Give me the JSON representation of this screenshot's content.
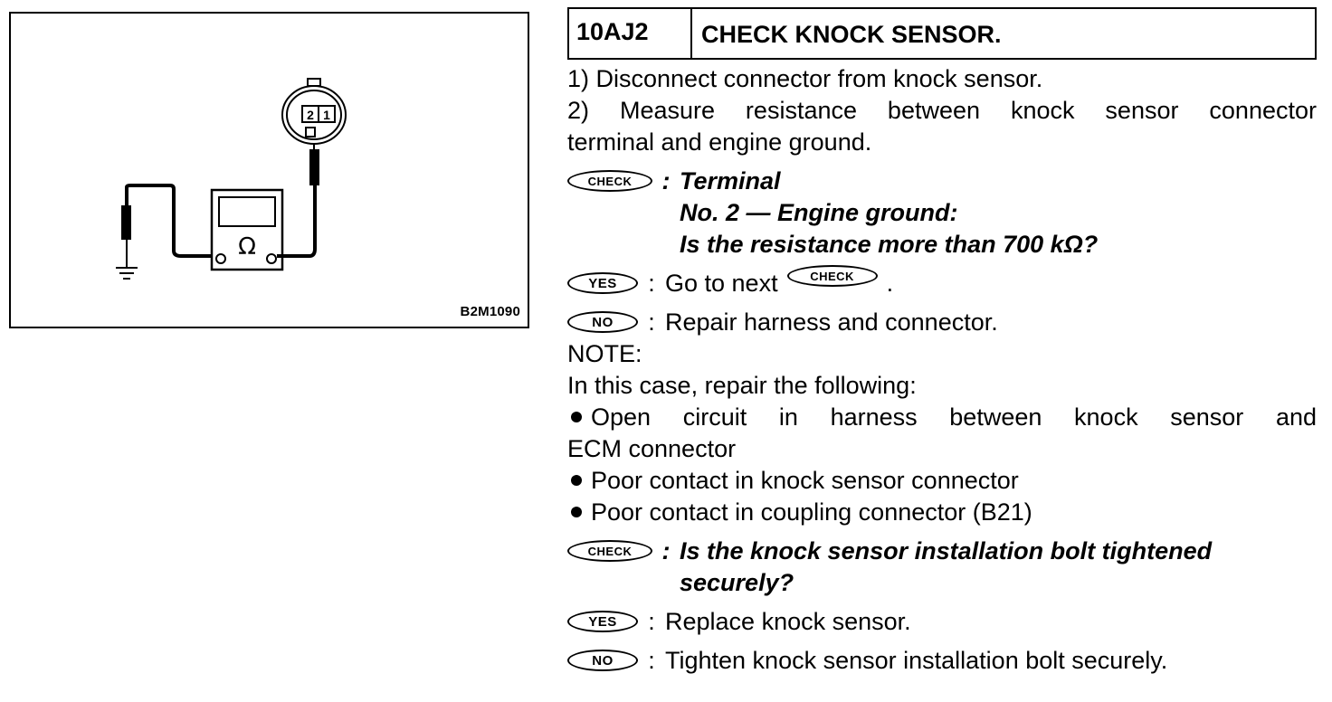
{
  "figure": {
    "connector_pins": [
      "2",
      "1"
    ],
    "meter_symbol": "Ω",
    "code": "B2M1090"
  },
  "step": {
    "code": "10AJ2",
    "title": "CHECK KNOCK SENSOR."
  },
  "instructions": [
    "1)  Disconnect connector from knock sensor.",
    "2)  Measure resistance between knock sensor connector",
    "terminal and engine ground."
  ],
  "check1": {
    "badge": "CHECK",
    "sep": ":",
    "lines": [
      "Terminal",
      "No. 2 — Engine ground:",
      "Is the resistance more than 700 kΩ?"
    ]
  },
  "yes1": {
    "badge": "YES",
    "sep": ":",
    "text": "Go to next",
    "inline_badge": "CHECK",
    "end": "."
  },
  "no1": {
    "badge": "NO",
    "sep": ":",
    "text": "Repair harness and connector."
  },
  "note": {
    "label": "NOTE:",
    "intro": "In this case, repair the following:",
    "items": [
      "Open circuit in harness between knock sensor and",
      "ECM connector",
      "Poor contact in knock sensor connector",
      "Poor contact in coupling connector (B21)"
    ]
  },
  "check2": {
    "badge": "CHECK",
    "sep": ":",
    "lines": [
      "Is the knock sensor installation bolt tightened",
      "securely?"
    ]
  },
  "yes2": {
    "badge": "YES",
    "sep": ":",
    "text": "Replace knock sensor."
  },
  "no2": {
    "badge": "NO",
    "sep": ":",
    "text": "Tighten knock sensor installation bolt securely."
  }
}
